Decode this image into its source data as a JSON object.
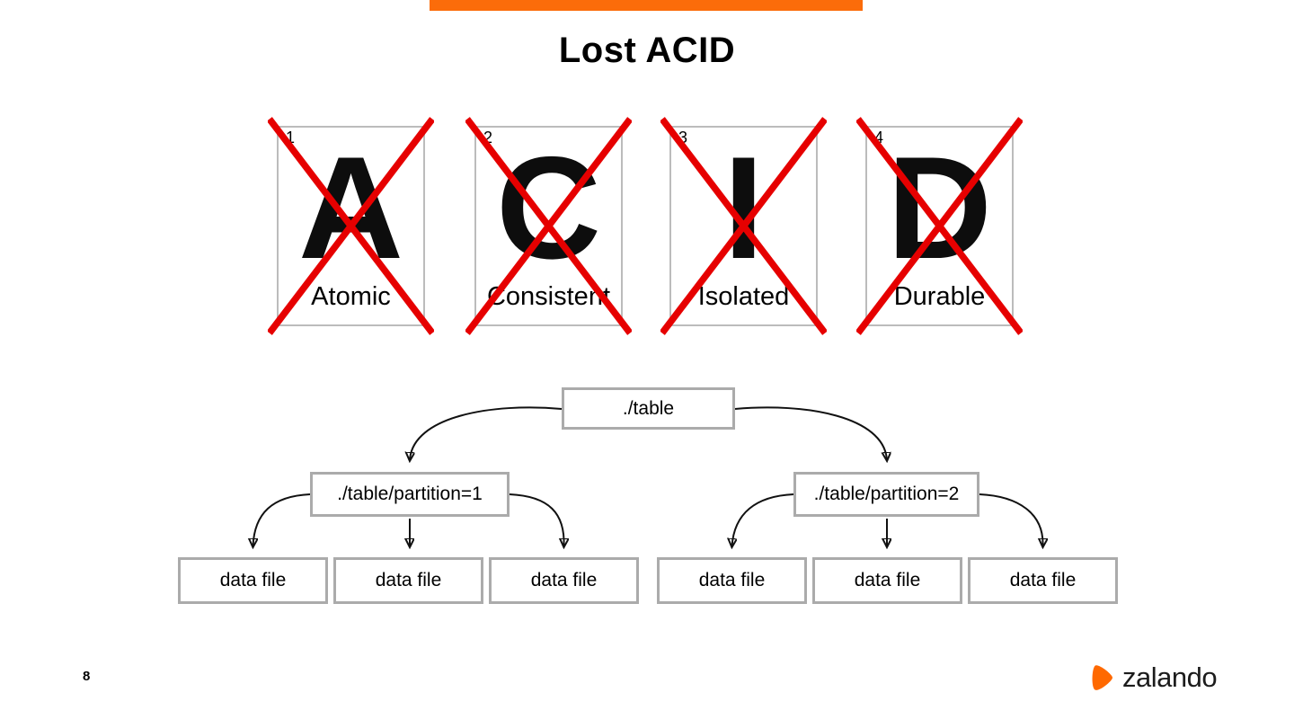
{
  "slide": {
    "title": "Lost ACID",
    "page_number": "8"
  },
  "colors": {
    "accent_orange": "#FB6C0A",
    "logo_orange": "#FF6900",
    "cross_red": "#E60000",
    "box_border_gray": "#ABABAB"
  },
  "cards": [
    {
      "number": "1",
      "letter": "A",
      "label": "Atomic"
    },
    {
      "number": "2",
      "letter": "C",
      "label": "Consistent"
    },
    {
      "number": "3",
      "letter": "I",
      "label": "Isolated"
    },
    {
      "number": "4",
      "letter": "D",
      "label": "Durable"
    }
  ],
  "tree": {
    "root": "./table",
    "partitions": [
      {
        "label": "./table/partition=1",
        "children": [
          "data file",
          "data file",
          "data file"
        ]
      },
      {
        "label": "./table/partition=2",
        "children": [
          "data file",
          "data file",
          "data file"
        ]
      }
    ]
  },
  "footer": {
    "logo_text": "zalando"
  }
}
